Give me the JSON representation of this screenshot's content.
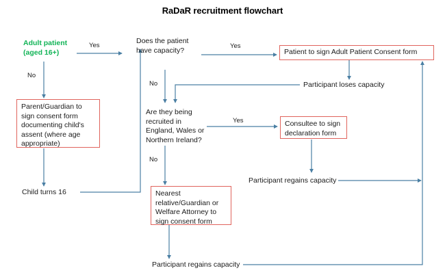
{
  "document": {
    "title": "RaDaR recruitment flowchart",
    "type": "flowchart",
    "colors": {
      "box_border": "#e0635c",
      "connector": "#4a7fa3",
      "start_node_text": "#12b457",
      "body_text": "#1a1a1a",
      "background": "#ffffff"
    }
  },
  "nodes": {
    "start": {
      "line1": "Adult patient",
      "line2": "(aged 16+)",
      "style": "green-bold-text"
    },
    "capacity_question": {
      "line1": "Does the patient",
      "line2": "have capacity?",
      "style": "plain-text"
    },
    "adult_consent": {
      "label": "Patient to sign Adult Patient Consent form",
      "style": "red-box"
    },
    "parent_guardian": {
      "label": "Parent/Guardian to sign consent form documenting child's assent (where age appropriate)",
      "style": "red-box"
    },
    "recruited_question": {
      "line1": "Are they being",
      "line2": "recruited in",
      "line3": "England, Wales or",
      "line4": "Northern Ireland?",
      "style": "plain-text"
    },
    "consultee": {
      "label": "Consultee to sign declaration form",
      "style": "red-box"
    },
    "nearest_relative": {
      "label": "Nearest relative/Guardian or Welfare Attorney to sign consent form",
      "style": "red-box"
    },
    "child_turns_16": {
      "label": "Child turns 16",
      "style": "plain-text"
    },
    "loses_capacity": {
      "label": "Participant loses capacity",
      "style": "plain-text"
    },
    "regains_capacity_mid": {
      "label": "Participant regains capacity",
      "style": "plain-text"
    },
    "regains_capacity_bottom": {
      "label": "Participant regains capacity",
      "style": "plain-text"
    }
  },
  "edge_labels": {
    "start_to_capacity": "Yes",
    "start_to_parent": "No",
    "capacity_yes": "Yes",
    "capacity_no": "No",
    "recruited_yes": "Yes",
    "recruited_no": "No"
  }
}
